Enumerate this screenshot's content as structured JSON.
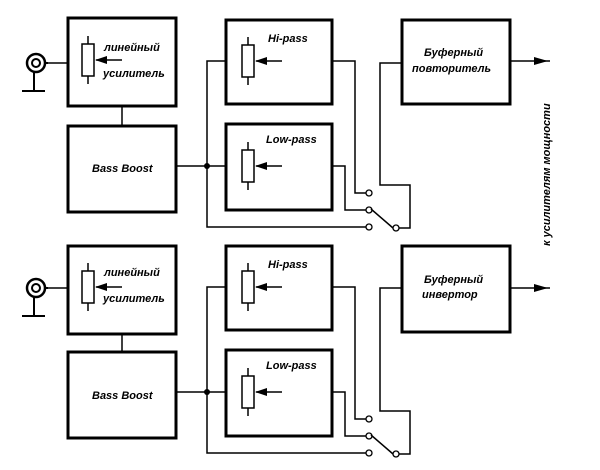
{
  "channels": [
    {
      "line_amp": [
        "линейный",
        "усилитель"
      ],
      "bass_boost": "Bass Boost",
      "hi_pass": "Hi-pass",
      "low_pass": "Low-pass",
      "buffer": [
        "Буферный",
        "повторитель"
      ]
    },
    {
      "line_amp": [
        "линейный",
        "усилитель"
      ],
      "bass_boost": "Bass Boost",
      "hi_pass": "Hi-pass",
      "low_pass": "Low-pass",
      "buffer": [
        "Буферный",
        "инвертор"
      ]
    }
  ],
  "side_label": "к усилителям мощности"
}
